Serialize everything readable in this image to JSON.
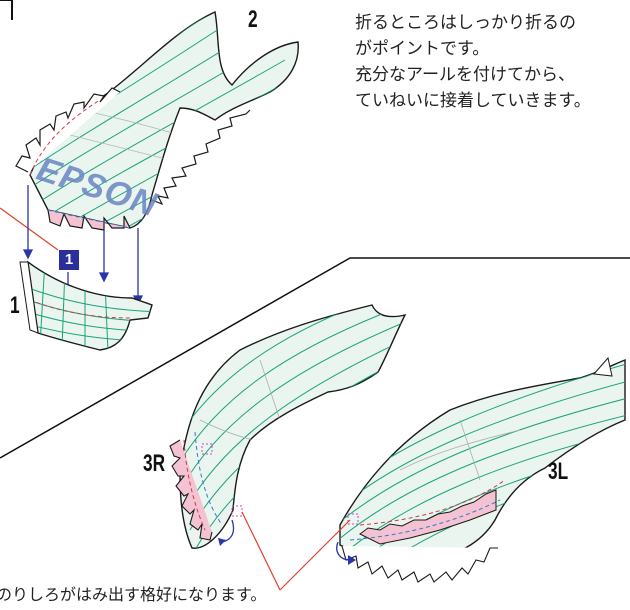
{
  "labels": {
    "part_2": "2",
    "part_1": "1",
    "part_3r": "3R",
    "part_3l": "3L",
    "step_badge": "1",
    "brand": "EPSON"
  },
  "notes": {
    "top_right": [
      "折るところはしっかり折るの",
      "がポイントです。",
      "充分なアールを付けてから、",
      "ていねいに接着していきます。"
    ],
    "bottom_left": "のりしろがはみ出す格好になります。"
  },
  "colors": {
    "outline": "#1a1a1a",
    "stripe": "#1aa37a",
    "fill": "#eaf5ef",
    "tab_pink": "#f3c2d3",
    "dash_red": "#d23a4a",
    "dash_blue": "#3a76c8",
    "arrow": "#2a36a8",
    "leader": "#e0402a",
    "badge": "#2a2f9c"
  }
}
